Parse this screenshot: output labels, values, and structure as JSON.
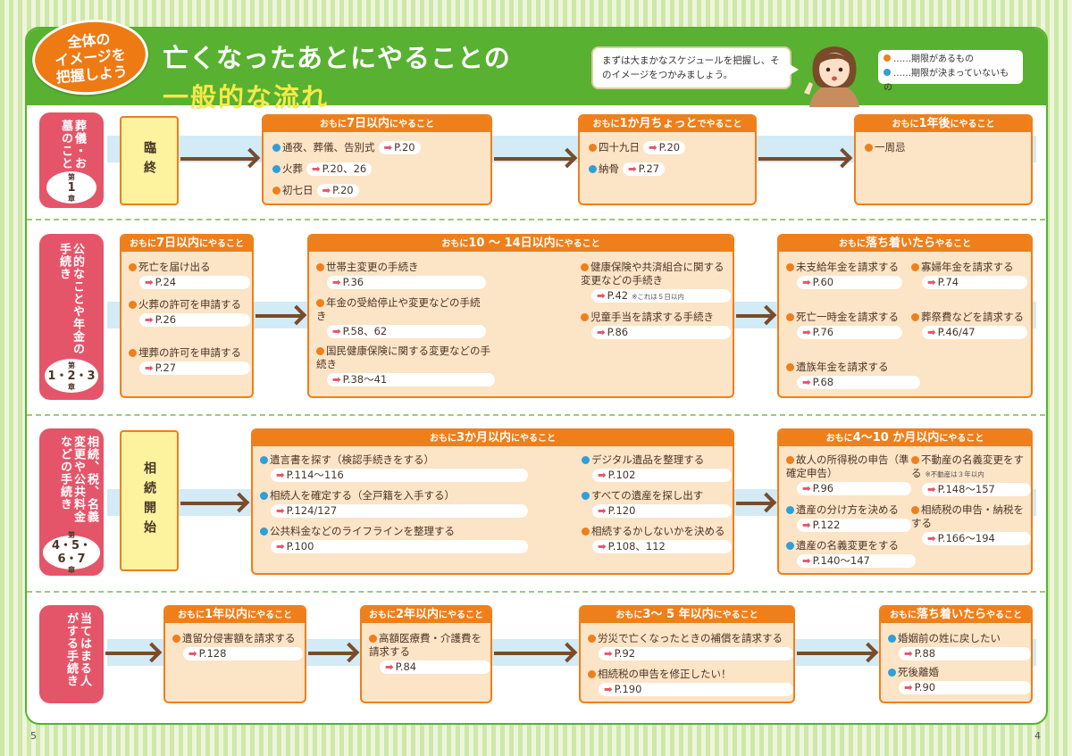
{
  "header": {
    "badge_lines": [
      "全体の",
      "イメージを",
      "把握しよう"
    ],
    "title_line1": "亡くなったあとにやることの",
    "title_line2": "一般的な流れ",
    "bubble": "まずは大まかなスケジュールを把握し、そのイメージをつかみましょう。",
    "legend_orange": "……期限があるもの",
    "legend_blue": "……期限が決まっていないもの"
  },
  "rows": [
    {
      "chapter": "葬儀・お墓のこと",
      "ch_label": "第",
      "ch_num": "1",
      "ch_suffix": "章",
      "start": "臨終",
      "boxes": [
        {
          "pre": "おもに",
          "big": "7日以内",
          "post": "にやること",
          "items": [
            {
              "c": "u",
              "t": "通夜、葬儀、告別式",
              "r": "P.20"
            },
            {
              "c": "u",
              "t": "火葬",
              "r": "P.20、26"
            },
            {
              "c": "o",
              "t": "初七日",
              "r": "P.20"
            }
          ]
        },
        {
          "pre": "おもに",
          "big": "1か月ちょっと",
          "post": "でやること",
          "items": [
            {
              "c": "o",
              "t": "四十九日",
              "r": "P.20"
            },
            {
              "c": "u",
              "t": "納骨",
              "r": "P.27"
            }
          ]
        },
        {
          "pre": "おもに",
          "big": "1年後",
          "post": "にやること",
          "items": [
            {
              "c": "o",
              "t": "一周忌",
              "r": ""
            }
          ]
        }
      ]
    },
    {
      "chapter": "公的なことや年金の手続き",
      "ch_label": "第",
      "ch_num": "1・2・3",
      "ch_suffix": "章",
      "boxes": [
        {
          "pre": "おもに",
          "big": "7日以内",
          "post": "にやること",
          "items": [
            {
              "c": "o",
              "t": "死亡を届け出る",
              "r": "P.24"
            },
            {
              "c": "o",
              "t": "火葬の許可を申請する",
              "r": "P.26"
            },
            {
              "c": "o",
              "t": "埋葬の許可を申請する",
              "r": "P.27"
            }
          ]
        },
        {
          "pre": "おもに",
          "big": "10 ～ 14日以内",
          "post": "にやること",
          "items": [
            {
              "c": "o",
              "t": "世帯主変更の手続き",
              "r": "P.36"
            },
            {
              "c": "o",
              "t": "年金の受給停止や変更などの手続き",
              "r": "P.58、62"
            },
            {
              "c": "o",
              "t": "国民健康保険に関する変更などの手続き",
              "r": "P.38～41"
            },
            {
              "c": "o",
              "t": "健康保険や共済組合に関する変更などの手続き",
              "r": "P.42",
              "note": "※これは５日以内"
            },
            {
              "c": "o",
              "t": "児童手当を請求する手続き",
              "r": "P.86"
            }
          ]
        },
        {
          "pre": "おもに",
          "big": "落ち着いたら",
          "post": "やること",
          "items": [
            {
              "c": "o",
              "t": "未支給年金を請求する",
              "r": "P.60"
            },
            {
              "c": "o",
              "t": "死亡一時金を請求する",
              "r": "P.76"
            },
            {
              "c": "o",
              "t": "遺族年金を請求する",
              "r": "P.68"
            },
            {
              "c": "o",
              "t": "寡婦年金を請求する",
              "r": "P.74"
            },
            {
              "c": "o",
              "t": "葬祭費などを請求する",
              "r": "P.46/47"
            }
          ]
        }
      ]
    },
    {
      "chapter": "相続、税、名義変更や公共料金などの手続き",
      "ch_label": "第",
      "ch_num": "4・5・6・7",
      "ch_suffix": "章",
      "start": "相続開始",
      "boxes": [
        {
          "pre": "おもに",
          "big": "3か月以内",
          "post": "にやること",
          "items": [
            {
              "c": "u",
              "t": "遺言書を探す（検認手続きをする）",
              "r": "P.114～116"
            },
            {
              "c": "u",
              "t": "相続人を確定する（全戸籍を入手する）",
              "r": "P.124/127"
            },
            {
              "c": "u",
              "t": "公共料金などのライフラインを整理する",
              "r": "P.100"
            },
            {
              "c": "u",
              "t": "デジタル遺品を整理する",
              "r": "P.102"
            },
            {
              "c": "u",
              "t": "すべての遺産を探し出す",
              "r": "P.120"
            },
            {
              "c": "o",
              "t": "相続するかしないかを決める",
              "r": "P.108、112"
            }
          ]
        },
        {
          "pre": "おもに",
          "big": "4～10 か月以内",
          "post": "にやること",
          "items": [
            {
              "c": "o",
              "t": "故人の所得税の申告（準確定申告）",
              "r": "P.96"
            },
            {
              "c": "u",
              "t": "遺産の分け方を決める",
              "r": "P.122"
            },
            {
              "c": "u",
              "t": "遺産の名義変更をする",
              "r": "P.140～147"
            },
            {
              "c": "o",
              "t": "不動産の名義変更をする",
              "r": "P.148～157",
              "note": "※不動産は３年以内"
            },
            {
              "c": "o",
              "t": "相続税の申告・納税をする",
              "r": "P.166～194"
            }
          ]
        }
      ]
    },
    {
      "chapter": "当てはまる人がする手続き",
      "boxes": [
        {
          "pre": "おもに",
          "big": "1年以内",
          "post": "にやること",
          "items": [
            {
              "c": "o",
              "t": "遺留分侵害額を請求する",
              "r": "P.128"
            }
          ]
        },
        {
          "pre": "おもに",
          "big": "2年以内",
          "post": "にやること",
          "items": [
            {
              "c": "o",
              "t": "高額医療費・介護費を請求する",
              "r": "P.84"
            }
          ]
        },
        {
          "pre": "おもに",
          "big": "3～ 5 年以内",
          "post": "にやること",
          "items": [
            {
              "c": "o",
              "t": "労災で亡くなったときの補償を請求する",
              "r": "P.92"
            },
            {
              "c": "o",
              "t": "相続税の申告を修正したい！",
              "r": "P.190"
            }
          ]
        },
        {
          "pre": "おもに",
          "big": "落ち着いたら",
          "post": "やること",
          "items": [
            {
              "c": "u",
              "t": "婚姻前の姓に戻したい",
              "r": "P.88"
            },
            {
              "c": "u",
              "t": "死後離婚",
              "r": "P.90"
            }
          ]
        }
      ]
    }
  ],
  "page_left": "5",
  "page_right": "4"
}
